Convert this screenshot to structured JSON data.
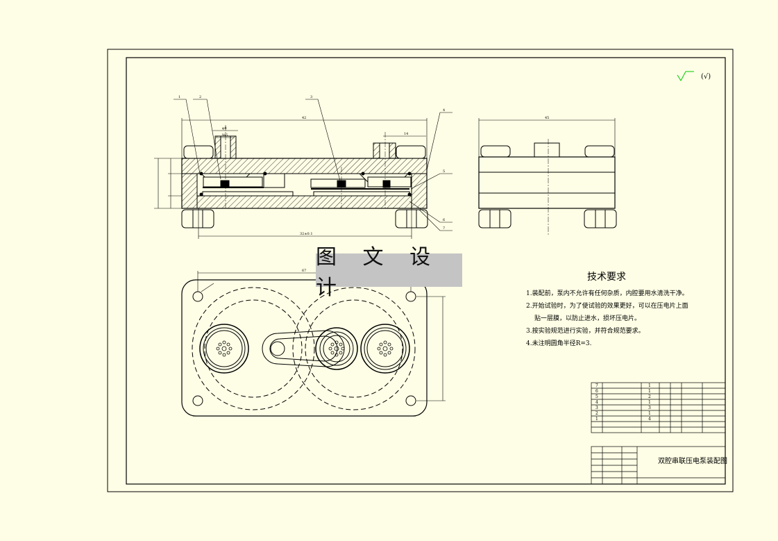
{
  "watermark": "图 文 设 计",
  "tech_requirements": {
    "title": "技术要求",
    "lines": [
      "1.装配前，泵内不允许有任何杂质，内腔要用水清洗干净。",
      "2.开始试验时，为了使试验的效果更好，可以在压电片上面",
      "贴一层膜，以防止进水，损坏压电片。",
      "3.按实验规范进行实验，并符合规范要求。",
      "4.未注明圆角半径R=3."
    ]
  },
  "roughness_note": "(√)",
  "title_block": {
    "drawing_title": "双腔串联压电泵装配图"
  },
  "part_numbers": [
    "1",
    "2",
    "3",
    "4",
    "5",
    "6",
    "7"
  ],
  "bom_rows": [
    {
      "no": "7",
      "qty": "1"
    },
    {
      "no": "6",
      "qty": "1"
    },
    {
      "no": "5",
      "qty": "2"
    },
    {
      "no": "4",
      "qty": "1"
    },
    {
      "no": "3",
      "qty": "3"
    },
    {
      "no": "2",
      "qty": "1"
    },
    {
      "no": "1",
      "qty": "4"
    }
  ],
  "colors": {
    "background": "#fefee6",
    "lines": "#000000",
    "roughness_symbol": "#00cc00",
    "watermark_bg": "#c4c4c4"
  }
}
